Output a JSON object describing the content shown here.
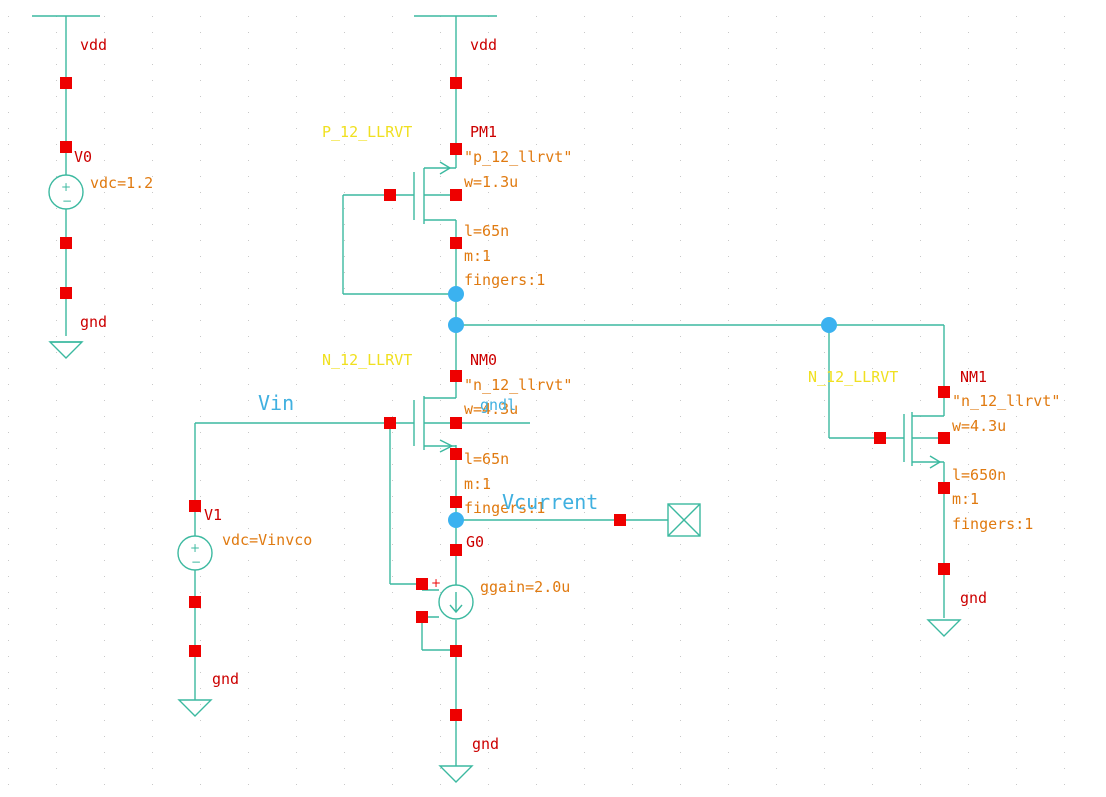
{
  "colors": {
    "wire": "#3cb9a0",
    "pin": "#ee0000",
    "net_dot": "#3bb2f0",
    "name": "#cc0000",
    "param": "#e07a10",
    "model": "#f0e020",
    "netlabel": "#40b0e0",
    "grid": "#c8c8c8"
  },
  "labels": {
    "vdd_left": "vdd",
    "vdd_mid": "vdd",
    "gnd_v0": "gnd",
    "gnd_v1": "gnd",
    "gnd_mid": "gnd",
    "gnd_nm1": "gnd",
    "vin_net": "Vin",
    "vcurrent_net": "Vcurrent",
    "gndl_net": "gndl"
  },
  "v0": {
    "name": "V0",
    "param": "vdc=1.2"
  },
  "v1": {
    "name": "V1",
    "param": "vdc=Vinvco"
  },
  "pm1": {
    "model_cell": "P_12_LLRVT",
    "name": "PM1",
    "model": "\"p_12_llrvt\"",
    "w": "w=1.3u",
    "l": "l=65n",
    "m": "m:1",
    "fingers": "fingers:1"
  },
  "nm0": {
    "model_cell": "N_12_LLRVT",
    "name": "NM0",
    "model": "\"n_12_llrvt\"",
    "w": "w=4.3u",
    "l": "l=65n",
    "m": "m:1",
    "fingers": "fingers:1"
  },
  "nm1": {
    "model_cell": "N_12_LLRVT",
    "name": "NM1",
    "model": "\"n_12_llrvt\"",
    "w": "w=4.3u",
    "l": "l=650n",
    "m": "m:1",
    "fingers": "fingers:1"
  },
  "g0": {
    "name": "G0",
    "param": "ggain=2.0u"
  }
}
